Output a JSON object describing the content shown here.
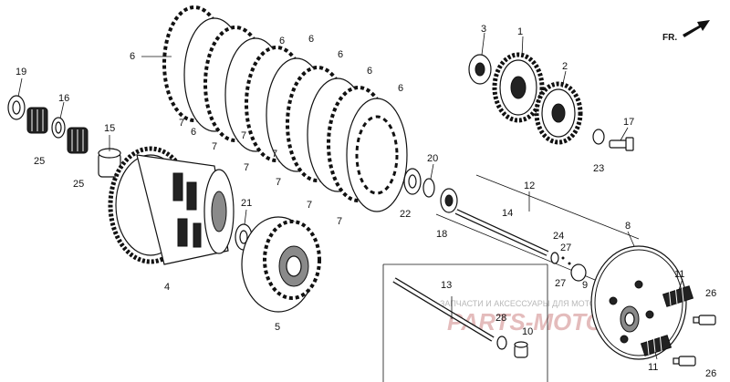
{
  "direction_label": "FR.",
  "watermark": {
    "line1": "ЗАПЧАСТИ И АКСЕССУАРЫ ДЛЯ МОТОТЕХНИКИ",
    "line2": "PARTS-MOTO.RU"
  },
  "callouts": [
    {
      "id": "c1",
      "text": "1"
    },
    {
      "id": "c2",
      "text": "2"
    },
    {
      "id": "c3",
      "text": "3"
    },
    {
      "id": "c4",
      "text": "4"
    },
    {
      "id": "c5",
      "text": "5"
    },
    {
      "id": "c6a",
      "text": "6"
    },
    {
      "id": "c6b",
      "text": "6"
    },
    {
      "id": "c6c",
      "text": "6"
    },
    {
      "id": "c6d",
      "text": "6"
    },
    {
      "id": "c6e",
      "text": "6"
    },
    {
      "id": "c6f",
      "text": "6"
    },
    {
      "id": "c6g",
      "text": "6"
    },
    {
      "id": "c7a",
      "text": "7"
    },
    {
      "id": "c7b",
      "text": "7"
    },
    {
      "id": "c7c",
      "text": "7"
    },
    {
      "id": "c7d",
      "text": "7"
    },
    {
      "id": "c7e",
      "text": "7"
    },
    {
      "id": "c7f",
      "text": "7"
    },
    {
      "id": "c7g",
      "text": "7"
    },
    {
      "id": "c7h",
      "text": "7"
    },
    {
      "id": "c8",
      "text": "8"
    },
    {
      "id": "c9",
      "text": "9"
    },
    {
      "id": "c10",
      "text": "10"
    },
    {
      "id": "c11a",
      "text": "11"
    },
    {
      "id": "c11b",
      "text": "11"
    },
    {
      "id": "c12",
      "text": "12"
    },
    {
      "id": "c13",
      "text": "13"
    },
    {
      "id": "c14",
      "text": "14"
    },
    {
      "id": "c15",
      "text": "15"
    },
    {
      "id": "c16",
      "text": "16"
    },
    {
      "id": "c17",
      "text": "17"
    },
    {
      "id": "c18",
      "text": "18"
    },
    {
      "id": "c19",
      "text": "19"
    },
    {
      "id": "c20",
      "text": "20"
    },
    {
      "id": "c21",
      "text": "21"
    },
    {
      "id": "c22",
      "text": "22"
    },
    {
      "id": "c23",
      "text": "23"
    },
    {
      "id": "c24",
      "text": "24"
    },
    {
      "id": "c25a",
      "text": "25"
    },
    {
      "id": "c25b",
      "text": "25"
    },
    {
      "id": "c26a",
      "text": "26"
    },
    {
      "id": "c26b",
      "text": "26"
    },
    {
      "id": "c27a",
      "text": "27"
    },
    {
      "id": "c27b",
      "text": "27"
    },
    {
      "id": "c28",
      "text": "28"
    }
  ]
}
